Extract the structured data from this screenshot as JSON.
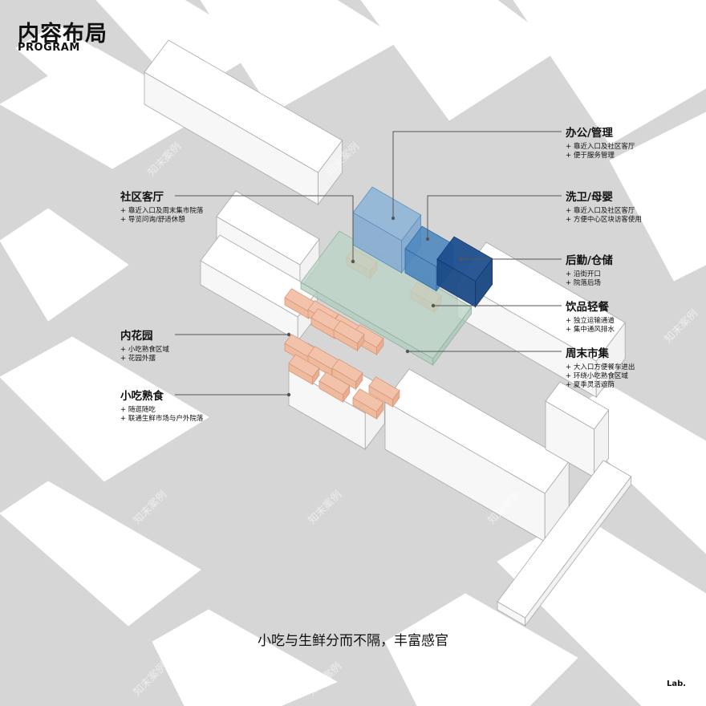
{
  "header": {
    "title": "内容布局",
    "subtitle": "PROGRAM"
  },
  "labels": [
    {
      "title": "办公/管理",
      "notes": [
        "靠近入口及社区客厅",
        "便于服务管理"
      ]
    },
    {
      "title": "洗卫/母婴",
      "notes": [
        "靠近入口及社区客厅",
        "方便中心区块访客使用"
      ]
    },
    {
      "title": "后勤/仓储",
      "notes": [
        "沿街开口",
        "院落后场"
      ]
    },
    {
      "title": "饮品轻餐",
      "notes": [
        "独立运输通道",
        "集中通风排水"
      ]
    },
    {
      "title": "周末市集",
      "notes": [
        "大入口方便餐车进出",
        "环绕小吃熟食区域",
        "夏季灵活遮荫"
      ]
    },
    {
      "title": "社区客厅",
      "notes": [
        "靠近入口及周末集市院落",
        "导览问询/舒适休憩"
      ]
    },
    {
      "title": "内花园",
      "notes": [
        "小吃熟食区域",
        "花园外摆"
      ]
    },
    {
      "title": "小吃熟食",
      "notes": [
        "随逛随吃",
        "联通生鲜市场与户外院落"
      ]
    }
  ],
  "caption": "小吃与生鲜分而不隔，丰富感官",
  "brand": "Lab.",
  "watermark": "知末案例",
  "colors": {
    "background": "#d6d6d6",
    "building": "#ffffff",
    "outline": "#a8a8a8",
    "snack": "#f3c2aa",
    "market": "#b9d3c5",
    "office": "#8fb6d8",
    "washroom": "#4f8ac0",
    "storage": "#1f4f8f",
    "leader": "#555555"
  }
}
